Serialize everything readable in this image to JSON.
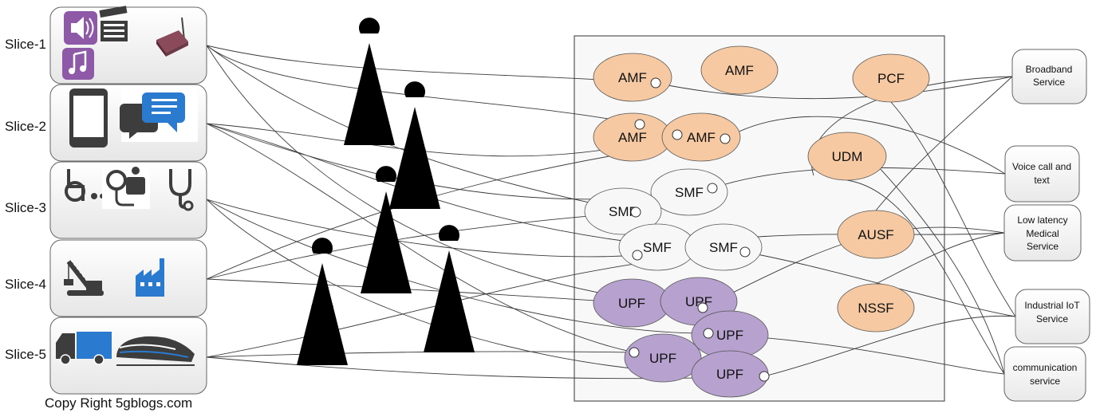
{
  "slices": [
    {
      "id": "slice-1",
      "label": "Slice-1"
    },
    {
      "id": "slice-2",
      "label": "Slice-2"
    },
    {
      "id": "slice-3",
      "label": "Slice-3"
    },
    {
      "id": "slice-4",
      "label": "Slice-4"
    },
    {
      "id": "slice-5",
      "label": "Slice-5"
    }
  ],
  "network_functions": {
    "amf_a": "AMF",
    "amf_b": "AMF",
    "amf_c": "AMF",
    "amf_d": "AMF",
    "pcf": "PCF",
    "udm": "UDM",
    "ausf": "AUSF",
    "nssf": "NSSF",
    "smf_a": "SMF",
    "smf_b": "SMF",
    "smf_c": "SMF",
    "smf_d": "SMF",
    "upf_a": "UPF",
    "upf_b": "UPF",
    "upf_c": "UPF",
    "upf_d": "UPF",
    "upf_e": "UPF"
  },
  "services": {
    "broadband": [
      "Broadband",
      "Service"
    ],
    "voice": [
      "Voice call and",
      "text"
    ],
    "medical": [
      "Low latency",
      "Medical",
      "Service"
    ],
    "iot": [
      "Industrial IoT",
      "Service"
    ],
    "communication": [
      "communication",
      "service"
    ]
  },
  "copyright": "Copy Right 5gblogs.com",
  "colors": {
    "control_plane_fill": "#f6c9a3",
    "user_plane_fill": "#b6a1cf",
    "session_fill": "#f7f7f7",
    "tower": "#2f8a99",
    "icon_purple": "#8e5aa8",
    "icon_dark": "#3d3d3d",
    "icon_blue": "#2a7bd0"
  }
}
